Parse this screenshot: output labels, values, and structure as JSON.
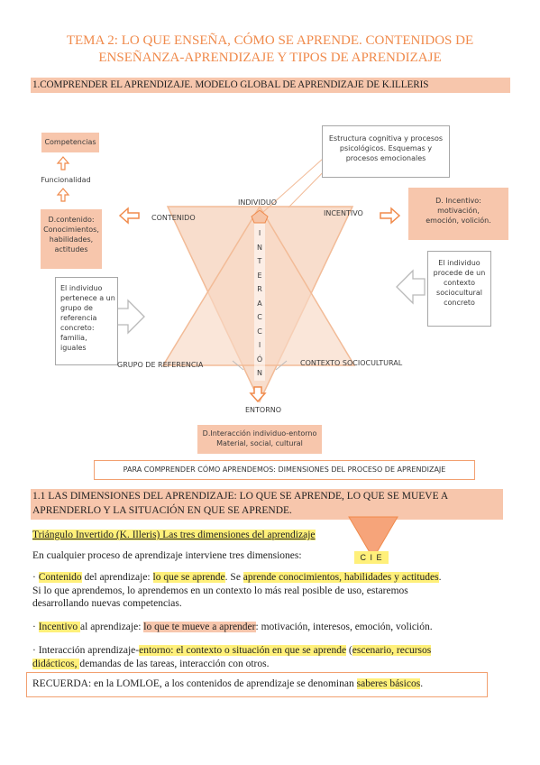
{
  "title": {
    "line1": "TEMA 2: LO QUE ENSEÑA, CÓMO SE APRENDE. CONTENIDOS DE",
    "line2": "ENSEÑANZA-APRENDIZAJE Y TIPOS DE APRENDIZAJE"
  },
  "section1": "1.COMPRENDER EL APRENDIZAJE. MODELO GLOBAL DE APRENDIZAJE DE K.ILLERIS",
  "diagram": {
    "competencias": "Competencias",
    "funcionalidad": "Funcionalidad",
    "dcontenido": [
      "D.contenido:",
      "Conocimientos,",
      "habilidades,",
      "actitudes"
    ],
    "contenido_label": "CONTENIDO",
    "individuo": "INDIVIDUO",
    "incentivo_label": "INCENTIVO",
    "interaccion_letters": [
      "I",
      "N",
      "T",
      "E",
      "R",
      "A",
      "C",
      "C",
      "I",
      "Ó",
      "N"
    ],
    "estructura": [
      "Estructura cognitiva y procesos",
      "psicológicos. Esquemas y",
      "procesos emocionales"
    ],
    "dincentivo": [
      "D. Incentivo:",
      "motivación,",
      "emoción, volición."
    ],
    "individuo_procede": [
      "El individuo",
      "procede de un",
      "contexto",
      "sociocultural",
      "concreto"
    ],
    "individuo_pertenece": [
      "El individuo",
      "pertenece a un",
      "grupo de",
      "referencia",
      "concreto: familia,",
      "iguales"
    ],
    "grupo_referencia": "GRUPO DE REFERENCIA",
    "contexto_sociocultural": "CONTEXTO SOCIOCULTURAL",
    "entorno": "ENTORNO",
    "dinteraccion": [
      "D.Interacción individuo-entorno",
      "Material, social, cultural"
    ],
    "summary": "PARA COMPRENDER CÓMO  APRENDEMOS: DIMENSIONES DEL PROCESO DE APRENDIZAJE"
  },
  "section11": {
    "line1": "1.1 LAS DIMENSIONES DEL APRENDIZAJE: LO QUE SE APRENDE, LO QUE SE MUEVE A",
    "line2": "APRENDERLO Y LA SITUACIÓN EN QUE SE APRENDE."
  },
  "triangle_subtitle": "Triángulo Invertido (K. Illeris) Las tres dimensiones del aprendizaje",
  "intro": "En cualquier proceso de aprendizaje interviene tres dimensiones:",
  "cie": "C I E",
  "p_contenido": {
    "bullet": "· ",
    "c1": "Contenido",
    "c2": " del aprendizaje: ",
    "c3": "lo que se aprende",
    "c4": ". Se ",
    "c5": "aprende conocimientos, habilidades y actitudes",
    "c6": ".",
    "line2": "Si lo que aprendemos, lo aprendemos en un contexto lo más real posible de uso, estaremos",
    "line3": "desarrollando nuevas competencias."
  },
  "p_incentivo": {
    "bullet": "· ",
    "c1": "Incentivo ",
    "c2": "al aprendizaje: ",
    "c3": "lo que te mueve a aprender",
    "c4": ": motivación, interesos, emoción, volición."
  },
  "p_interaccion": {
    "c1": "· Interacción aprendizaje-",
    "c2": "entorno: el contexto o situación en que se aprende",
    "c3": " (",
    "c4": "escenario, recursos",
    "c5": "didácticos, ",
    "c6": "demandas de las tareas, interacción con otros."
  },
  "recuerda": {
    "c1": "RECUERDA: en la LOMLOE, a los contenidos de aprendizaje se denominan ",
    "c2": "saberes básicos",
    "c3": "."
  },
  "colors": {
    "accent": "#f08a4b",
    "peach": "#f7c6ac",
    "highlight": "#fff07a"
  }
}
